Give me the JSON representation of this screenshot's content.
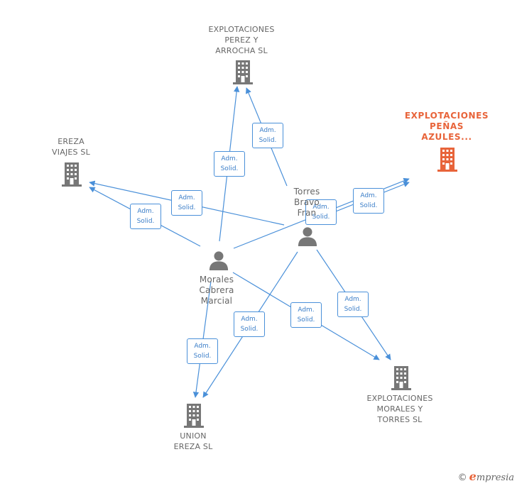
{
  "nodes": {
    "perez_arrocha": {
      "label": [
        "EXPLOTACIONES",
        "PEREZ Y",
        "ARROCHA SL"
      ],
      "kind": "company"
    },
    "penas_azules": {
      "label": [
        "EXPLOTACIONES",
        "PEÑAS",
        "AZULES..."
      ],
      "kind": "company-focus"
    },
    "ereza_viajes": {
      "label": [
        "EREZA",
        "VIAJES SL"
      ],
      "kind": "company"
    },
    "torres_bravo": {
      "label": [
        "Torres",
        "Bravo",
        "Fran"
      ],
      "kind": "person"
    },
    "morales_cabrera": {
      "label": [
        "Morales",
        "Cabrera",
        "Marcial"
      ],
      "kind": "person"
    },
    "morales_torres": {
      "label": [
        "EXPLOTACIONES",
        "MORALES Y",
        "TORRES SL"
      ],
      "kind": "company"
    },
    "union_ereza": {
      "label": [
        "UNION",
        "EREZA SL"
      ],
      "kind": "company"
    }
  },
  "edges": [
    {
      "from": "morales_cabrera",
      "to": "perez_arrocha",
      "label": [
        "Adm.",
        "Solid."
      ]
    },
    {
      "from": "torres_bravo",
      "to": "perez_arrocha",
      "label": [
        "Adm.",
        "Solid."
      ]
    },
    {
      "from": "torres_bravo",
      "to": "ereza_viajes",
      "label": [
        "Adm.",
        "Solid."
      ]
    },
    {
      "from": "morales_cabrera",
      "to": "ereza_viajes",
      "label": [
        "Adm.",
        "Solid."
      ]
    },
    {
      "from": "morales_cabrera",
      "to": "penas_azules",
      "label": [
        "Adm.",
        "Solid."
      ]
    },
    {
      "from": "torres_bravo",
      "to": "penas_azules",
      "label": [
        "Adm.",
        "Solid."
      ]
    },
    {
      "from": "morales_cabrera",
      "to": "morales_torres",
      "label": [
        "Adm.",
        "Solid."
      ]
    },
    {
      "from": "torres_bravo",
      "to": "morales_torres",
      "label": [
        "Adm.",
        "Solid."
      ]
    },
    {
      "from": "morales_cabrera",
      "to": "union_ereza",
      "label": [
        "Adm.",
        "Solid."
      ]
    },
    {
      "from": "torres_bravo",
      "to": "union_ereza",
      "label": [
        "Adm.",
        "Solid."
      ]
    }
  ],
  "colors": {
    "edge": "#4a90d9",
    "company_icon": "#777777",
    "focus_icon": "#e8643a",
    "person_icon": "#777777"
  },
  "brand": {
    "copyright": "©",
    "initial": "e",
    "name": "mpresia"
  }
}
